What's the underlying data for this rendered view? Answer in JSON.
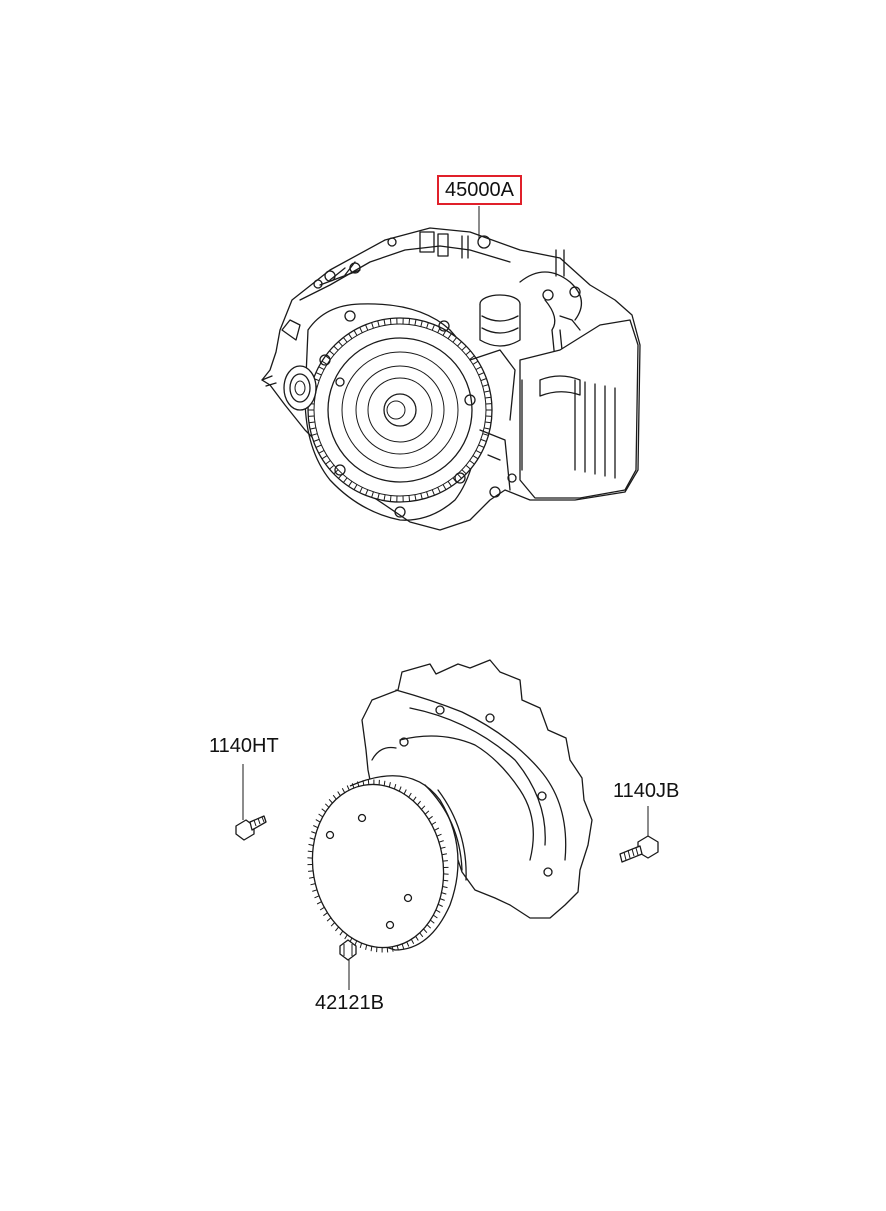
{
  "parts": [
    {
      "id": "p1",
      "label": "45000A",
      "highlighted": true
    },
    {
      "id": "p2",
      "label": "1140HT",
      "highlighted": false
    },
    {
      "id": "p3",
      "label": "1140JB",
      "highlighted": false
    },
    {
      "id": "p4",
      "label": "42121B",
      "highlighted": false
    }
  ],
  "colors": {
    "highlight": "#e0202a",
    "line": "#1a1a1a",
    "background": "#ffffff"
  }
}
